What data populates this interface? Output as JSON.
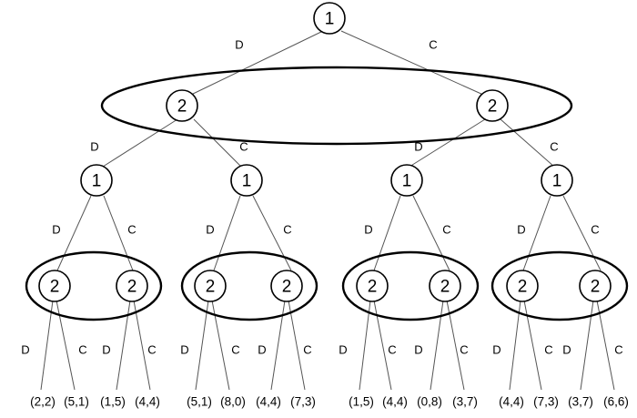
{
  "root": {
    "player": "1",
    "label_left": "D",
    "label_right": "C"
  },
  "level2": [
    {
      "player": "2",
      "label_left": "D",
      "label_right": "C"
    },
    {
      "player": "2",
      "label_left": "D",
      "label_right": "C"
    }
  ],
  "level3": [
    {
      "player": "1",
      "label_left": "D",
      "label_right": "C"
    },
    {
      "player": "1",
      "label_left": "D",
      "label_right": "C"
    },
    {
      "player": "1",
      "label_left": "D",
      "label_right": "C"
    },
    {
      "player": "1",
      "label_left": "D",
      "label_right": "C"
    }
  ],
  "level4": [
    {
      "player": "2",
      "label_left": "D",
      "label_right": "C"
    },
    {
      "player": "2",
      "label_left": "D",
      "label_right": "C"
    },
    {
      "player": "2",
      "label_left": "D",
      "label_right": "C"
    },
    {
      "player": "2",
      "label_left": "D",
      "label_right": "C"
    },
    {
      "player": "2",
      "label_left": "D",
      "label_right": "C"
    },
    {
      "player": "2",
      "label_left": "D",
      "label_right": "C"
    },
    {
      "player": "2",
      "label_left": "D",
      "label_right": "C"
    },
    {
      "player": "2",
      "label_left": "D",
      "label_right": "C"
    }
  ],
  "payoffs": [
    "(2,2)",
    "(5,1)",
    "(1,5)",
    "(4,4)",
    "(5,1)",
    "(8,0)",
    "(4,4)",
    "(7,3)",
    "(1,5)",
    "(4,4)",
    "(0,8)",
    "(3,7)",
    "(4,4)",
    "(7,3)",
    "(3,7)",
    "(6,6)"
  ]
}
